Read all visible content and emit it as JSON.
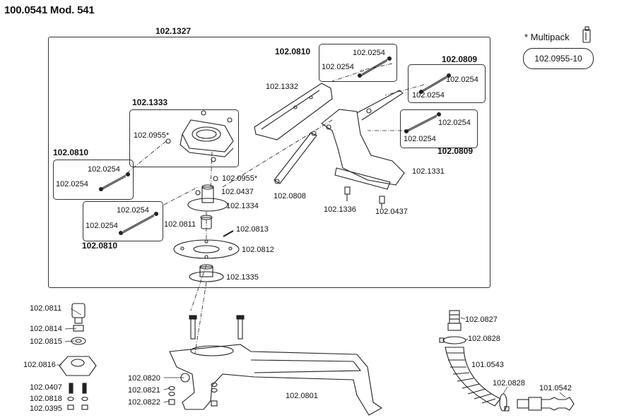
{
  "header": {
    "title": "100.0541 Mod. 541"
  },
  "multipack": {
    "label": "* Multipack",
    "part": "102.0955-10"
  },
  "frame": {
    "label": "102.1327"
  },
  "groups": {
    "g1333": {
      "title": "102.1333",
      "part": "102.0955*"
    },
    "g0810_upper_left": {
      "title": "102.0810",
      "a": "102.0254",
      "b": "102.0254"
    },
    "g0810_lower_left": {
      "title": "102.0810",
      "a": "102.0254",
      "b": "102.0254"
    },
    "g0810_top": {
      "title": "102.0810",
      "a": "102.0254",
      "b": "102.0254"
    },
    "g0809_upper": {
      "title": "102.0809",
      "a": "102.0254",
      "b": "102.0254"
    },
    "g0809_lower": {
      "title": "102.0809",
      "a": "102.0254",
      "b": "102.0254"
    }
  },
  "labels": {
    "l1332": "102.1332",
    "l1331": "102.1331",
    "l0808": "102.0808",
    "l1336": "102.1336",
    "l0437b": "102.0437",
    "l0955b": "102.0955*",
    "l0437": "102.0437",
    "l1334": "102.1334",
    "l0811a": "102.0811",
    "l0813": "102.0813",
    "l0812": "102.0812",
    "l1335": "102.1335",
    "l0811b": "102.0811",
    "l0814": "102.0814",
    "l0815": "102.0815",
    "l0816": "102.0816",
    "l0407": "102.0407",
    "l0818": "102.0818",
    "l0395": "102.0395",
    "l0820": "102.0820",
    "l0821": "102.0821",
    "l0822": "102.0822",
    "l0801": "102.0801",
    "l0827": "102.0827",
    "l0828a": "102.0828",
    "l0543": "101.0543",
    "l0828b": "102.0828",
    "l0542": "101.0542"
  }
}
